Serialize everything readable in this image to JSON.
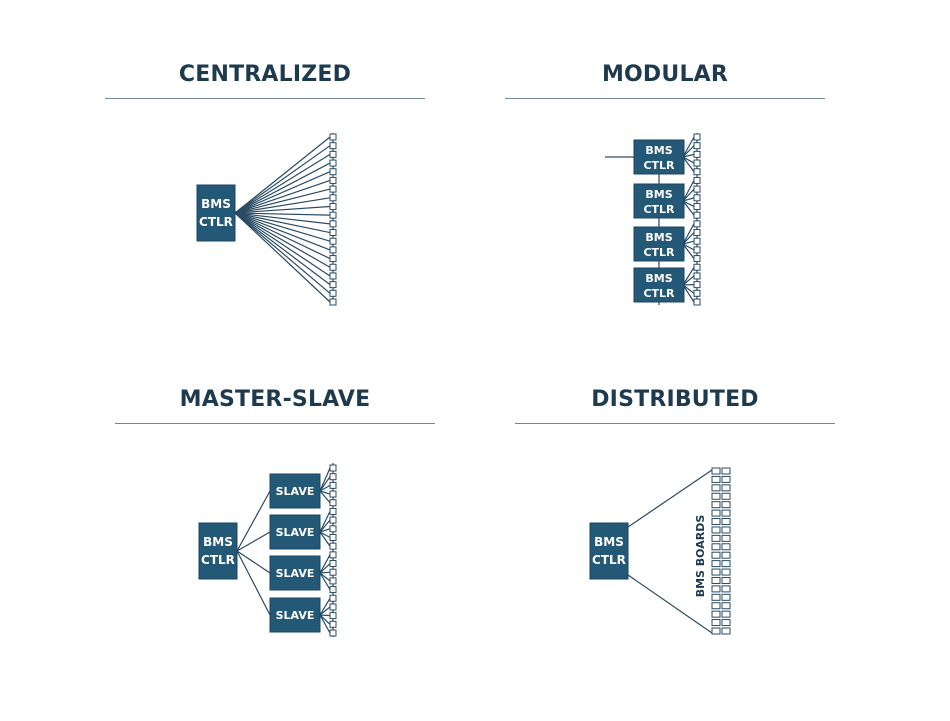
{
  "colors": {
    "box": "#245877",
    "line": "#2a4b63",
    "title": "#1d3a4f",
    "rule": "#6f8797"
  },
  "panels": {
    "centralized": {
      "title": "CENTRALIZED",
      "controller": [
        "BMS",
        "CTLR"
      ],
      "cell_count": 20
    },
    "modular": {
      "title": "MODULAR",
      "module_label": [
        "BMS",
        "CTLR"
      ],
      "module_count": 4,
      "cell_count": 20
    },
    "master_slave": {
      "title": "MASTER-SLAVE",
      "master": [
        "BMS",
        "CTLR"
      ],
      "slave_label": "SLAVE",
      "slave_count": 4,
      "cell_count": 20
    },
    "distributed": {
      "title": "DISTRIBUTED",
      "controller": [
        "BMS",
        "CTLR"
      ],
      "boards_label": "BMS BOARDS",
      "board_columns": 2,
      "board_rows": 20
    }
  }
}
